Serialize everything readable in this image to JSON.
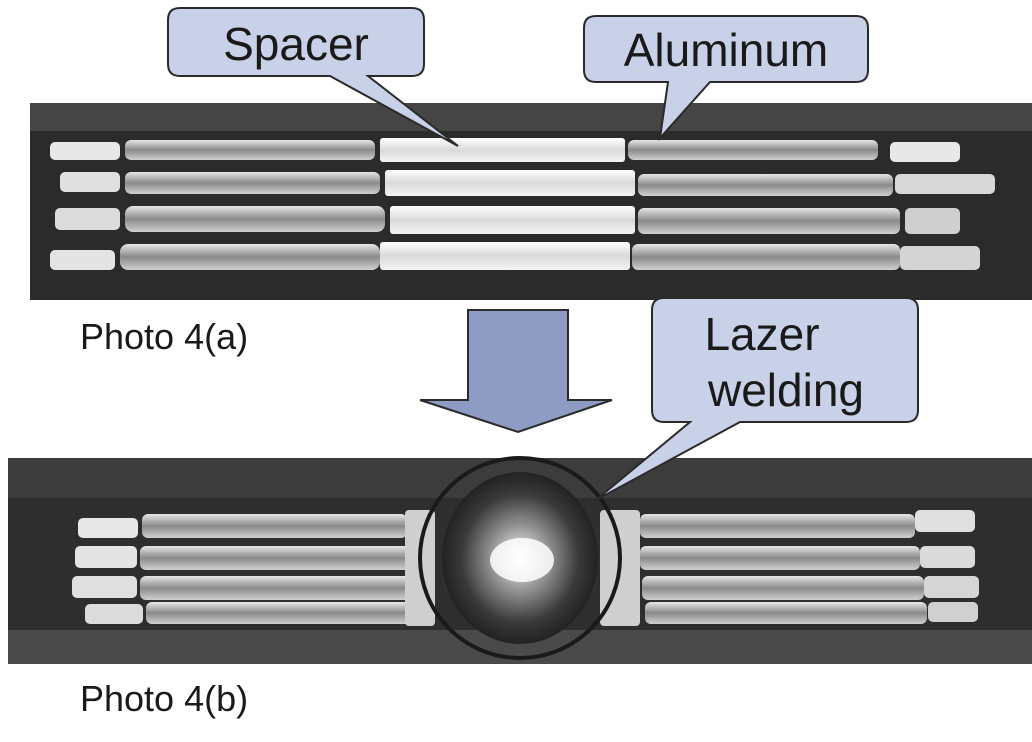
{
  "photos": {
    "a": {
      "label": "Photo 4(a)"
    },
    "b": {
      "label": "Photo 4(b)"
    }
  },
  "callouts": {
    "spacer": "Spacer",
    "aluminum": "Aluminum",
    "laser_line1": "Lazer",
    "laser_line2": "welding"
  },
  "colors": {
    "callout_fill": "#c9d1e8",
    "arrow_fill": "#8e9cc4",
    "photo_background": "#2b2b2b",
    "layer_highlight": "#e8e8e8"
  },
  "icons": {
    "transition_arrow": "down-arrow-icon",
    "weld_marker": "circle-marker-icon"
  }
}
